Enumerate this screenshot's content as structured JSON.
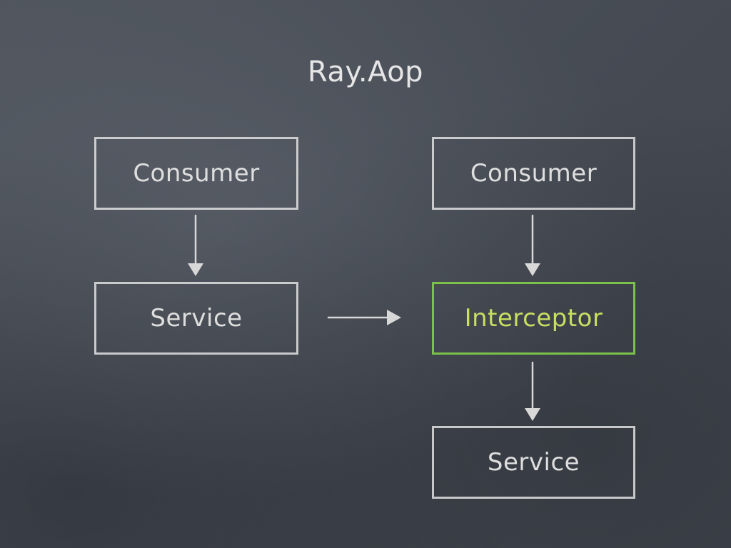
{
  "slide": {
    "title": "Ray.Aop",
    "left_flow": {
      "consumer": "Consumer",
      "service": "Service"
    },
    "right_flow": {
      "consumer": "Consumer",
      "interceptor": "Interceptor",
      "service": "Service"
    },
    "colors": {
      "chalk": "#e1e1e1",
      "highlight_border": "#7cc24a",
      "highlight_text": "#c9df62",
      "background": "#4a4f58"
    }
  }
}
